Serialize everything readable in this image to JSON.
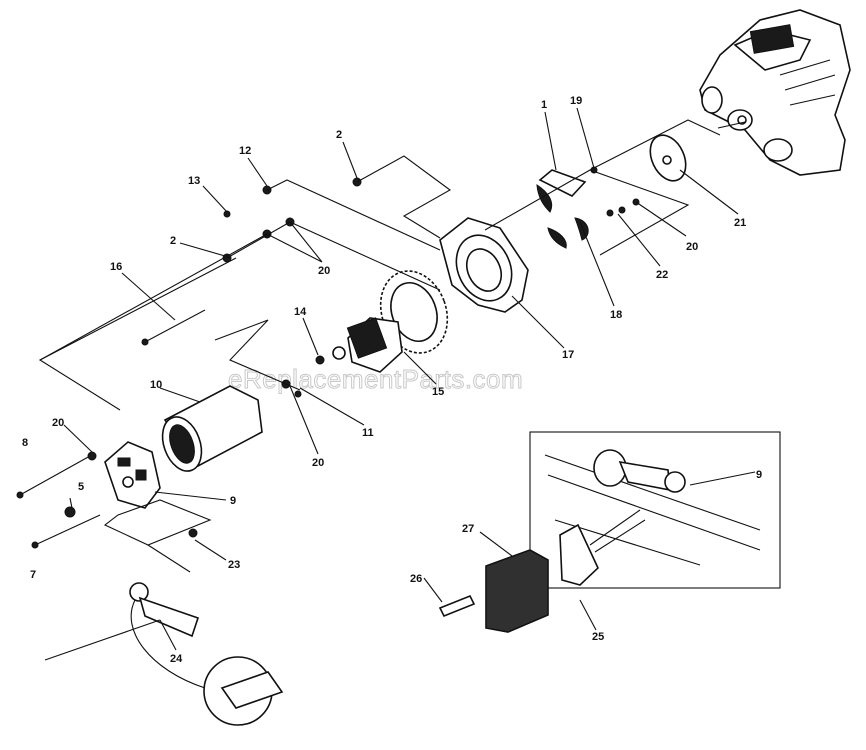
{
  "watermark": "eReplacementParts.com",
  "callouts": {
    "c1": "1",
    "c19": "19",
    "c2a": "2",
    "c12": "12",
    "c13": "13",
    "c2b": "2",
    "c20a": "20",
    "c16": "16",
    "c14": "14",
    "c15": "15",
    "c11": "11",
    "c20b": "20",
    "c17": "17",
    "c18": "18",
    "c20c": "20",
    "c22": "22",
    "c21": "21",
    "c10": "10",
    "c20d": "20",
    "c8": "8",
    "c5": "5",
    "c9a": "9",
    "c7": "7",
    "c23": "23",
    "c24": "24",
    "c27": "27",
    "c26": "26",
    "c25": "25",
    "c9b": "9"
  }
}
